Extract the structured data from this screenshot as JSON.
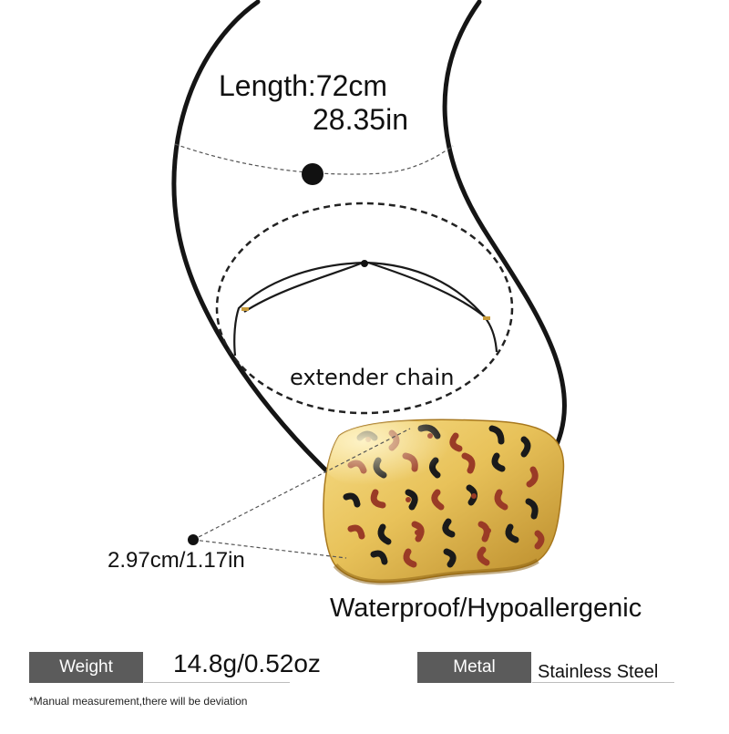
{
  "length_label": "Length:72cm",
  "length_inch": "28.35in",
  "extender_label": "extender chain",
  "pendant_size": "2.97cm/1.17in",
  "features": "Waterproof/Hypoallergenic",
  "specs": {
    "weight_label": "Weight",
    "weight_value": "14.8g/0.52oz",
    "metal_label": "Metal",
    "metal_value": "Stainless Steel"
  },
  "footnote": "*Manual measurement,there will be deviation",
  "colors": {
    "cord": "#151515",
    "gold": "#e8c25a",
    "spot_brown": "#9a3b26",
    "spot_black": "#1a1a1a",
    "tag_bg": "#5b5b5b"
  }
}
